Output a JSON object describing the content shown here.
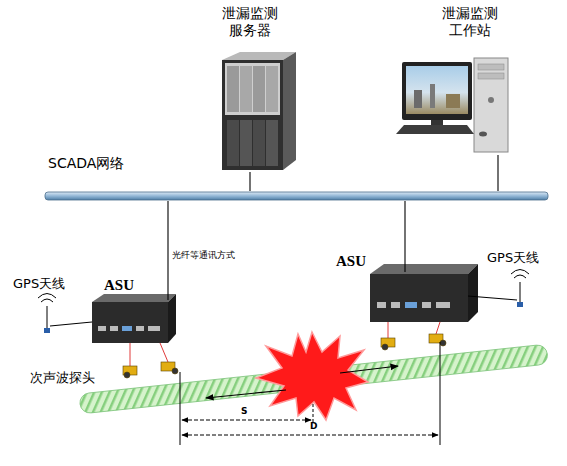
{
  "diagram": {
    "nodes": [
      {
        "text": [
          "泄漏监测 服务器"
        ]
      },
      {
        "text": [
          "泄漏监测 工作站"
        ]
      },
      {
        "text": [
          "SCADA网络"
        ]
      },
      {
        "text": [
          "ASU"
        ]
      },
      {
        "text": [
          "ASU"
        ]
      }
    ],
    "edges": [
      {
        "from": 0,
        "to": 2,
        "arrow": "none"
      },
      {
        "from": 1,
        "to": 2,
        "arrow": "none"
      },
      {
        "from": 2,
        "to": 3,
        "label": "光纤等通讯方式",
        "arrow": "none"
      },
      {
        "from": 2,
        "to": 4,
        "arrow": "none"
      }
    ],
    "labels": [
      "GPS天线",
      "GPS天线",
      "次声波探头",
      "S",
      "D"
    ]
  }
}
